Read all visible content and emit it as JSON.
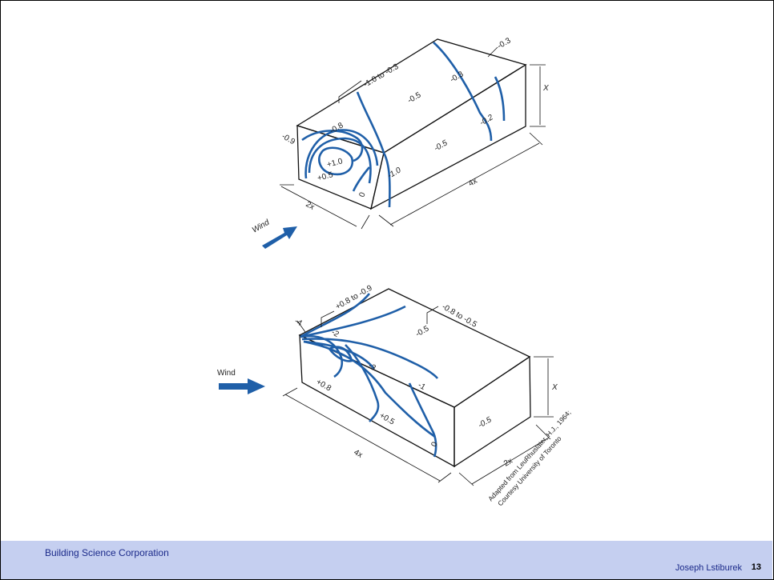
{
  "footer": {
    "organization": "Building Science Corporation",
    "author": "Joseph Lstiburek",
    "page_number": "13"
  },
  "diagram_top": {
    "wind_label": "Wind",
    "labels": {
      "top_range": "-1.0 to -0.3",
      "top_corner": "-0.3",
      "top_mid": "-0.5",
      "top_right": "-0.3",
      "left_edge": "-0.9",
      "front_top": "-0.8",
      "front_center": "+1.0",
      "front_lower": "+0.5",
      "front_zero": "0",
      "side_left": "-1.0",
      "side_mid": "-0.5",
      "side_right": "-0.2",
      "dim_height": "X",
      "dim_width": "2x",
      "dim_length": "4x"
    }
  },
  "diagram_bottom": {
    "wind_label": "Wind",
    "labels": {
      "top_corner_range": "+0.8 to -0.9",
      "top_range": "-0.8 to -0.5",
      "top_mid": "-0.5",
      "top_small": "-4",
      "top_small2": "-2",
      "roof_left": "-3",
      "roof_right": "-1",
      "front_a": "+0.8",
      "front_b": "+0.5",
      "front_zero": "0",
      "end_face": "-0.5",
      "dim_height": "X",
      "dim_length": "4x",
      "dim_width": "2x"
    },
    "credit_line1": "Adapted from LeuRhuslater, H.J., 1964;",
    "credit_line2": "Courtesy University of Toronto"
  }
}
